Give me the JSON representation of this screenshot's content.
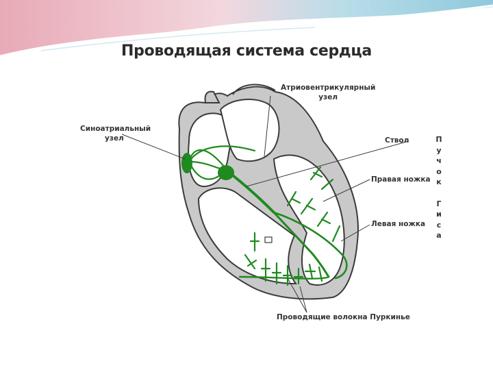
{
  "title": "Проводящая система сердца",
  "labels": {
    "av_node_line1": "Атриовентрикулярный",
    "av_node_line2": "узел",
    "sa_node_line1": "Синоатриальный",
    "sa_node_line2": "узел",
    "trunk": "Ствол",
    "right_branch": "Правая ножка",
    "left_branch": "Левая ножка",
    "purkinje": "Проводящие волокна Пуркинье"
  },
  "bundle_of_his_letters": [
    "П",
    "у",
    "ч",
    "о",
    "к",
    "",
    "Г",
    "и",
    "с",
    "а"
  ],
  "colors": {
    "conduction": "#1f8a1f",
    "tissue": "#c9c9c9",
    "outline": "#3a3a3a",
    "banner_pink": "#e8aab6",
    "banner_blue": "#8fc8dc"
  }
}
